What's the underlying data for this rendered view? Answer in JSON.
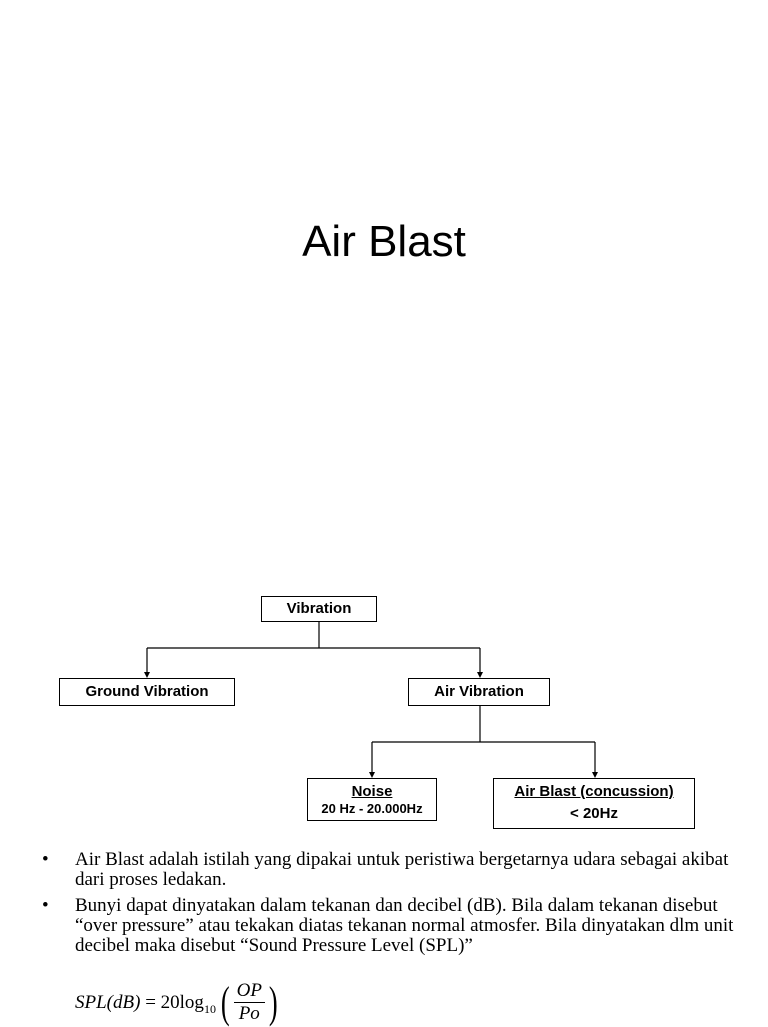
{
  "title": "Air Blast",
  "diagram": {
    "root": {
      "label": "Vibration"
    },
    "ground": {
      "label": "Ground Vibration"
    },
    "air": {
      "label": "Air Vibration"
    },
    "noise": {
      "label": "Noise",
      "range": "20 Hz - 20.000Hz"
    },
    "airblast": {
      "label": "Air Blast (concussion)",
      "range": "< 20Hz"
    }
  },
  "bullets": [
    "Air Blast adalah istilah yang dipakai untuk peristiwa bergetarnya udara sebagai akibat dari proses ledakan.",
    "Bunyi dapat dinyatakan dalam tekanan dan decibel (dB). Bila dalam tekanan disebut “over pressure” atau tekakan diatas tekanan normal atmosfer. Bila dinyatakan dlm unit decibel maka disebut “Sound Pressure Level (SPL)”"
  ],
  "formula": {
    "lhs": "SPL(dB)",
    "equals": " = 20",
    "log": "log",
    "base": "10",
    "numerator": "OP",
    "denominator": "Po"
  }
}
